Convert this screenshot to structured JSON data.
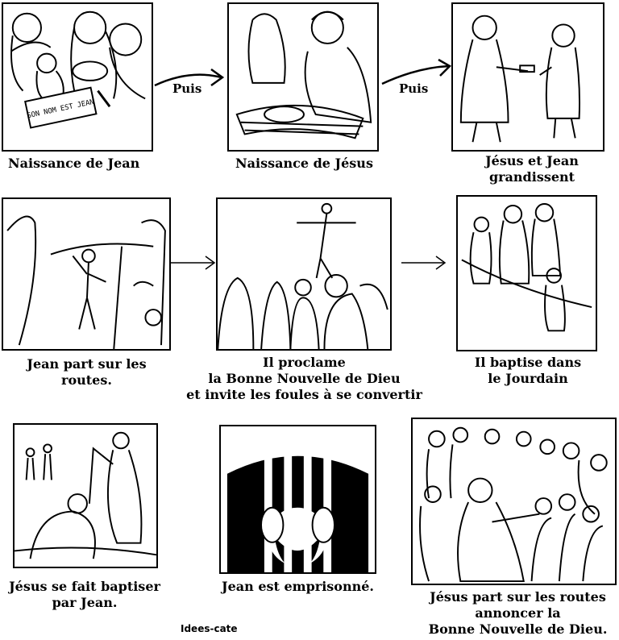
{
  "steps": [
    {
      "caption": "Naissance de Jean",
      "sign_text": "SON NOM EST JEAN"
    },
    {
      "caption": "Naissance de Jésus"
    },
    {
      "caption": "Jésus et Jean\ngrandissent"
    },
    {
      "caption": "Jean part sur les routes."
    },
    {
      "caption": "Il proclame\nla Bonne Nouvelle de Dieu\net invite les foules à se convertir"
    },
    {
      "caption": "Il baptise dans\nle Jourdain"
    },
    {
      "caption": "Jésus se fait baptiser\npar Jean."
    },
    {
      "caption": "Jean est emprisonné."
    },
    {
      "caption": "Jésus part sur les routes\nannoncer la\nBonne Nouvelle de Dieu."
    }
  ],
  "connectors": {
    "puis_1": "Puis",
    "puis_2": "Puis"
  },
  "footer": "Idees-cate"
}
